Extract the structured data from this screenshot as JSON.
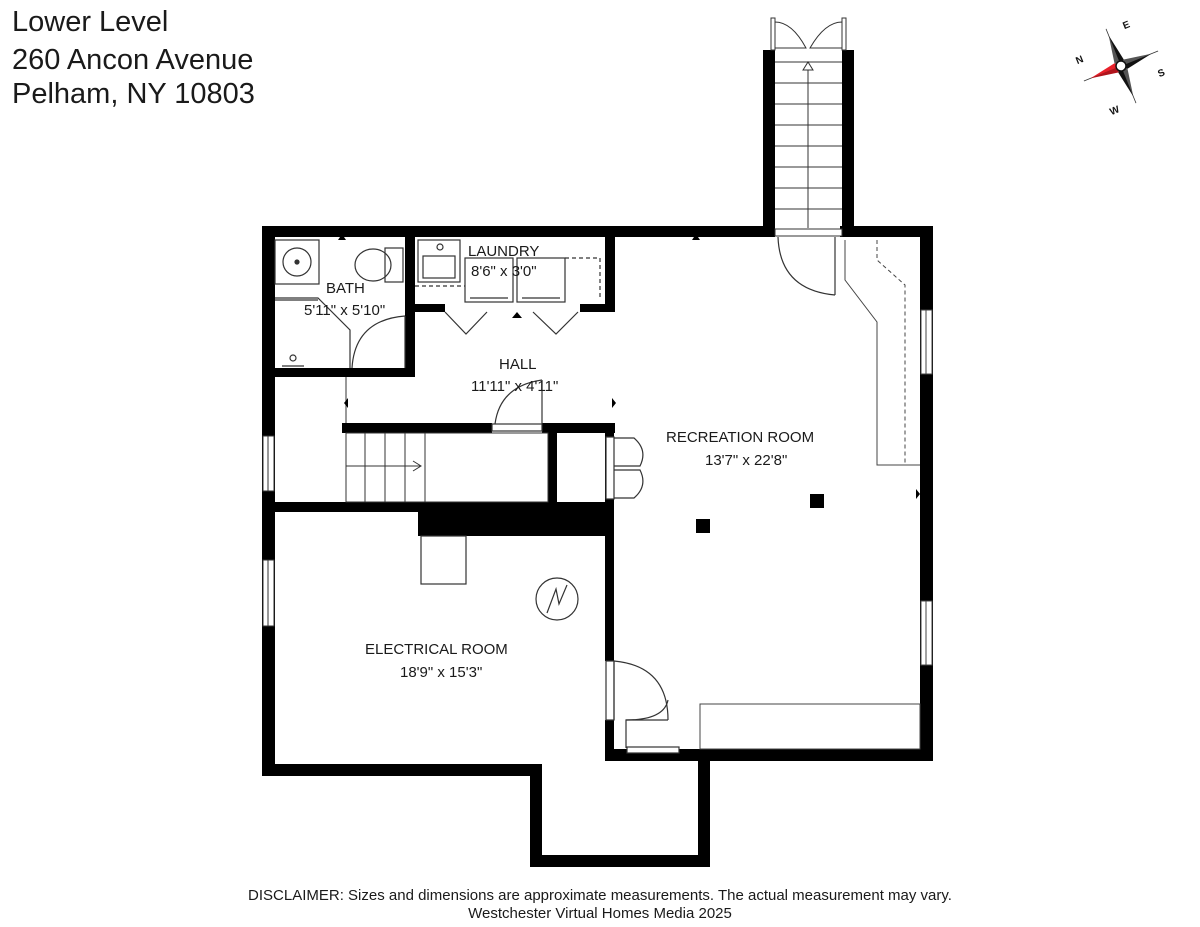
{
  "header": {
    "title": "Lower Level",
    "address_line1": "260 Ancon Avenue",
    "address_line2": "Pelham, NY 10803"
  },
  "compass": {
    "n": "N",
    "e": "E",
    "s": "S",
    "w": "W",
    "accent": "#e8202a"
  },
  "rooms": {
    "laundry": {
      "name": "LAUNDRY",
      "size": "8'6\" x 3'0\""
    },
    "bath": {
      "name": "BATH",
      "size": "5'11\" x 5'10\""
    },
    "hall": {
      "name": "HALL",
      "size": "11'11\" x 4'11\""
    },
    "recreation": {
      "name": "RECREATION ROOM",
      "size": "13'7\" x 22'8\""
    },
    "electrical": {
      "name": "ELECTRICAL ROOM",
      "size": "18'9\" x 15'3\""
    }
  },
  "footer": {
    "disclaimer": "DISCLAIMER: Sizes and dimensions are approximate measurements. The actual measurement may vary.",
    "credit": "Westchester Virtual Homes Media 2025"
  }
}
